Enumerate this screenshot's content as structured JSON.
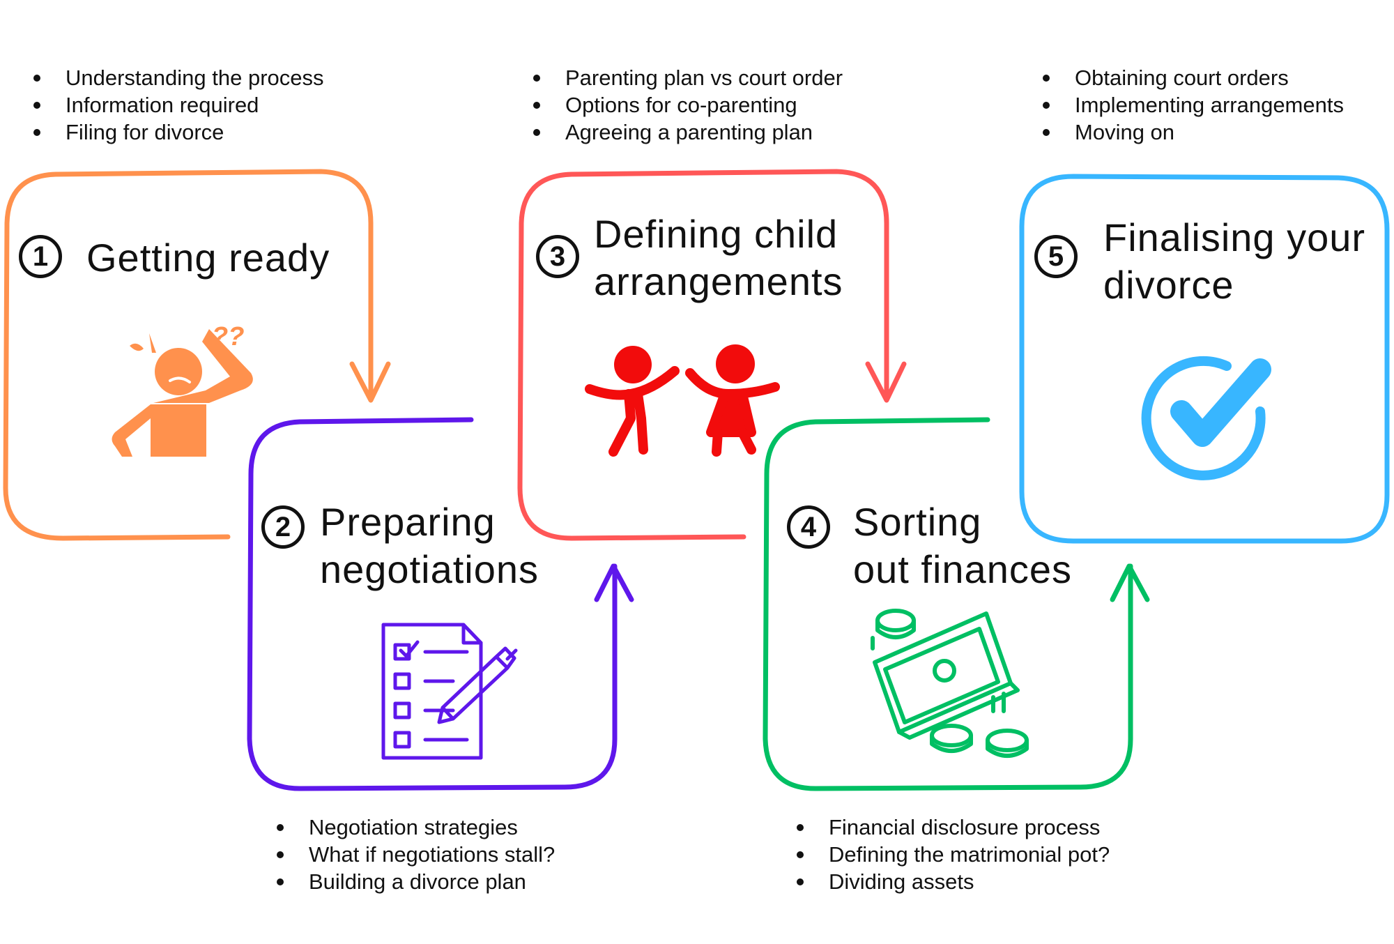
{
  "colors": {
    "step1": "#FF914D",
    "step2": "#5E17EB",
    "step3": "#FF5757",
    "step4": "#00BF63",
    "step5": "#38B6FF",
    "kids": "#F20C0C"
  },
  "steps": [
    {
      "number": "1",
      "title_lines": [
        "Getting ready"
      ],
      "bullets": [
        "Understanding the process",
        "Information required",
        "Filing for divorce"
      ],
      "icon": "confused-person-icon"
    },
    {
      "number": "2",
      "title_lines": [
        "Preparing",
        "negotiations"
      ],
      "bullets": [
        "Negotiation strategies",
        "What if negotiations stall?",
        "Building a divorce plan"
      ],
      "icon": "checklist-pen-icon"
    },
    {
      "number": "3",
      "title_lines": [
        "Defining child",
        "arrangements"
      ],
      "bullets": [
        "Parenting plan vs court order",
        "Options for co-parenting",
        "Agreeing a parenting plan"
      ],
      "icon": "children-icon"
    },
    {
      "number": "4",
      "title_lines": [
        "Sorting",
        "out finances"
      ],
      "bullets": [
        "Financial disclosure process",
        "Defining the matrimonial pot?",
        "Dividing assets"
      ],
      "icon": "money-coins-icon"
    },
    {
      "number": "5",
      "title_lines": [
        "Finalising your",
        "divorce"
      ],
      "bullets": [
        "Obtaining court orders",
        "Implementing arrangements",
        "Moving on"
      ],
      "icon": "checkmark-circle-icon"
    }
  ]
}
